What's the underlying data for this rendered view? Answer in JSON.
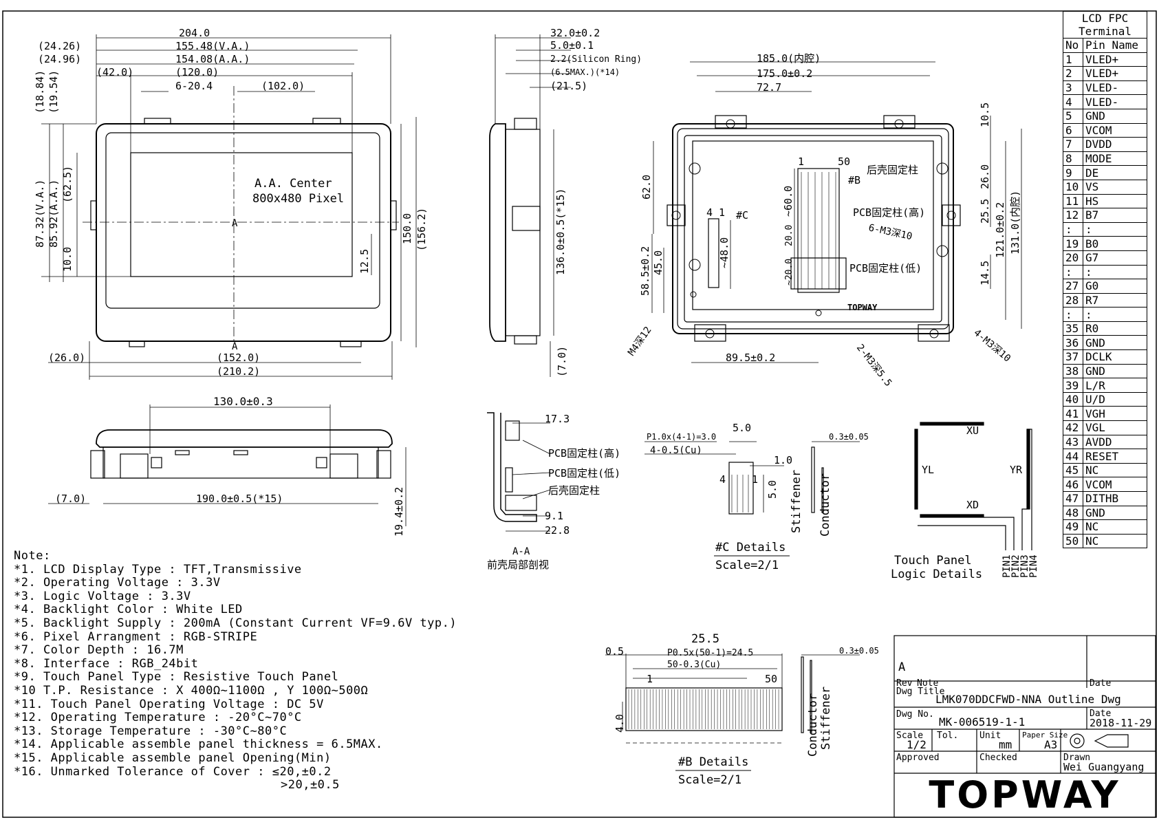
{
  "pin_table": {
    "title_line1": "LCD FPC",
    "title_line2": "Terminal",
    "col_no": "No",
    "col_name": "Pin Name",
    "rows": [
      [
        "1",
        "VLED+"
      ],
      [
        "2",
        "VLED+"
      ],
      [
        "3",
        "VLED-"
      ],
      [
        "4",
        "VLED-"
      ],
      [
        "5",
        "GND"
      ],
      [
        "6",
        "VCOM"
      ],
      [
        "7",
        "DVDD"
      ],
      [
        "8",
        "MODE"
      ],
      [
        "9",
        "DE"
      ],
      [
        "10",
        "VS"
      ],
      [
        "11",
        "HS"
      ],
      [
        "12",
        "B7"
      ],
      [
        ":",
        ":"
      ],
      [
        "19",
        "B0"
      ],
      [
        "20",
        "G7"
      ],
      [
        ":",
        ":"
      ],
      [
        "27",
        "G0"
      ],
      [
        "28",
        "R7"
      ],
      [
        ":",
        ":"
      ],
      [
        "35",
        "R0"
      ],
      [
        "36",
        "GND"
      ],
      [
        "37",
        "DCLK"
      ],
      [
        "38",
        "GND"
      ],
      [
        "39",
        "L/R"
      ],
      [
        "40",
        "U/D"
      ],
      [
        "41",
        "VGH"
      ],
      [
        "42",
        "VGL"
      ],
      [
        "43",
        "AVDD"
      ],
      [
        "44",
        "RESET"
      ],
      [
        "45",
        "NC"
      ],
      [
        "46",
        "VCOM"
      ],
      [
        "47",
        "DITHB"
      ],
      [
        "48",
        "GND"
      ],
      [
        "49",
        "NC"
      ],
      [
        "50",
        "NC"
      ]
    ]
  },
  "front_view": {
    "dims": [
      "204.0",
      "(24.26)",
      "155.48(V.A.)",
      "(24.96)",
      "154.08(A.A.)",
      "(42.0)",
      "(120.0)",
      "6-20.4",
      "(102.0)",
      "(18.84)",
      "(19.54)",
      "87.32(V.A.)",
      "85.92(A.A.)",
      "(62.5)",
      "10.0",
      "12.5",
      "150.0",
      "(156.2)",
      "(26.0)",
      "(152.0)",
      "(210.2)"
    ],
    "aa_center": "A.A. Center",
    "pixel": "800x480 Pixel",
    "section_mark": "A"
  },
  "side_view": {
    "dims": [
      "32.0±0.2",
      "5.0±0.1",
      "2.2(Silicon Ring)",
      "(6.5MAX.)(*14)",
      "(21.5)",
      "136.0±0.5(*15)",
      "(7.0)"
    ]
  },
  "rear_view": {
    "dims": [
      "185.0(内腔)",
      "175.0±0.2",
      "72.7",
      "10.5",
      "26.0",
      "25.5",
      "121.0±0.2",
      "131.0(内腔)",
      "14.5",
      "62.0",
      "58.5±0.2",
      "45.0",
      "~60.0",
      "~48.0",
      "20.0",
      "~20.0",
      "89.5±0.2",
      "1",
      "50",
      "4",
      "1"
    ],
    "labels": [
      "#B",
      "#C",
      "后壳固定柱",
      "PCB固定柱(高)",
      "6-M3深10",
      "PCB固定柱(低)",
      "M4深12",
      "2-M3深5.5",
      "4-M3深10"
    ],
    "brand": "TOPWAY"
  },
  "bottom_view": {
    "dims": [
      "130.0±0.3",
      "(7.0)",
      "190.0±0.5(*15)",
      "19.4±0.2"
    ]
  },
  "section_aa": {
    "dims": [
      "17.3",
      "9.1",
      "22.8"
    ],
    "labels": [
      "PCB固定柱(高)",
      "PCB固定柱(低)",
      "后壳固定柱"
    ],
    "title": "A-A",
    "subtitle": "前壳局部剖视"
  },
  "detail_c": {
    "dims": [
      "P1.0x(4-1)=3.0",
      "4-0.5(Cu)",
      "5.0",
      "1.0",
      "5.0",
      "0.3±0.05",
      "4",
      "1"
    ],
    "stiffener": "Stiffener",
    "conductor": "Conductor",
    "title": "#C Details",
    "scale": "Scale=2/1"
  },
  "detail_b": {
    "dims": [
      "25.5",
      "0.5",
      "P0.5x(50-1)=24.5",
      "50-0.3(Cu)",
      "1",
      "50",
      "4.0",
      "0.3±0.05"
    ],
    "stiffener": "Stiffener",
    "conductor": "Conductor",
    "title": "#B Details",
    "scale": "Scale=2/1"
  },
  "touch_panel": {
    "xu": "XU",
    "xd": "XD",
    "yl": "YL",
    "yr": "YR",
    "pins": [
      "PIN1",
      "PIN2",
      "PIN3",
      "PIN4"
    ],
    "title1": "Touch Panel",
    "title2": "Logic Details"
  },
  "notes": [
    "Note:",
    "*1. LCD Display Type : TFT,Transmissive",
    "*2. Operating Voltage : 3.3V",
    "*3. Logic Voltage : 3.3V",
    "*4. Backlight Color : White LED",
    "*5. Backlight Supply : 200mA (Constant Current VF=9.6V typ.)",
    "*6. Pixel Arrangment : RGB-STRIPE",
    "*7. Color Depth : 16.7M",
    "*8. Interface : RGB_24bit",
    "*9. Touch Panel Type : Resistive Touch Panel",
    "*10 T.P. Resistance : X 400Ω~1100Ω , Y 100Ω~500Ω",
    "*11. Touch Panel Operating Voltage : DC 5V",
    "*12. Operating Temperature : -20°C~70°C",
    "*13. Storage Temperature : -30°C~80°C",
    "*14. Applicable assemble panel thickness = 6.5MAX.",
    "*15. Applicable assemble panel Opening(Min)",
    "*16. Unmarked Tolerance of Cover : ≤20,±0.2",
    ">20,±0.5"
  ],
  "title_block": {
    "rev": "A",
    "rev_label": "Rev",
    "note_label": "Note",
    "date_label": "Date",
    "dwg_title_label": "Dwg Title",
    "dwg_title": "LMK070DDCFWD-NNA Outline Dwg",
    "dwg_no_label": "Dwg No.",
    "dwg_no": "MK-006519-1-1",
    "date": "2018-11-29",
    "scale_label": "Scale",
    "scale": "1/2",
    "tol_label": "Tol.",
    "unit_label": "Unit",
    "unit": "mm",
    "paper_label": "Paper Size",
    "paper": "A3",
    "approved_label": "Approved",
    "checked_label": "Checked",
    "drawn_label": "Drawn",
    "drawn": "Wei Guangyang",
    "brand": "TOPWAY"
  }
}
